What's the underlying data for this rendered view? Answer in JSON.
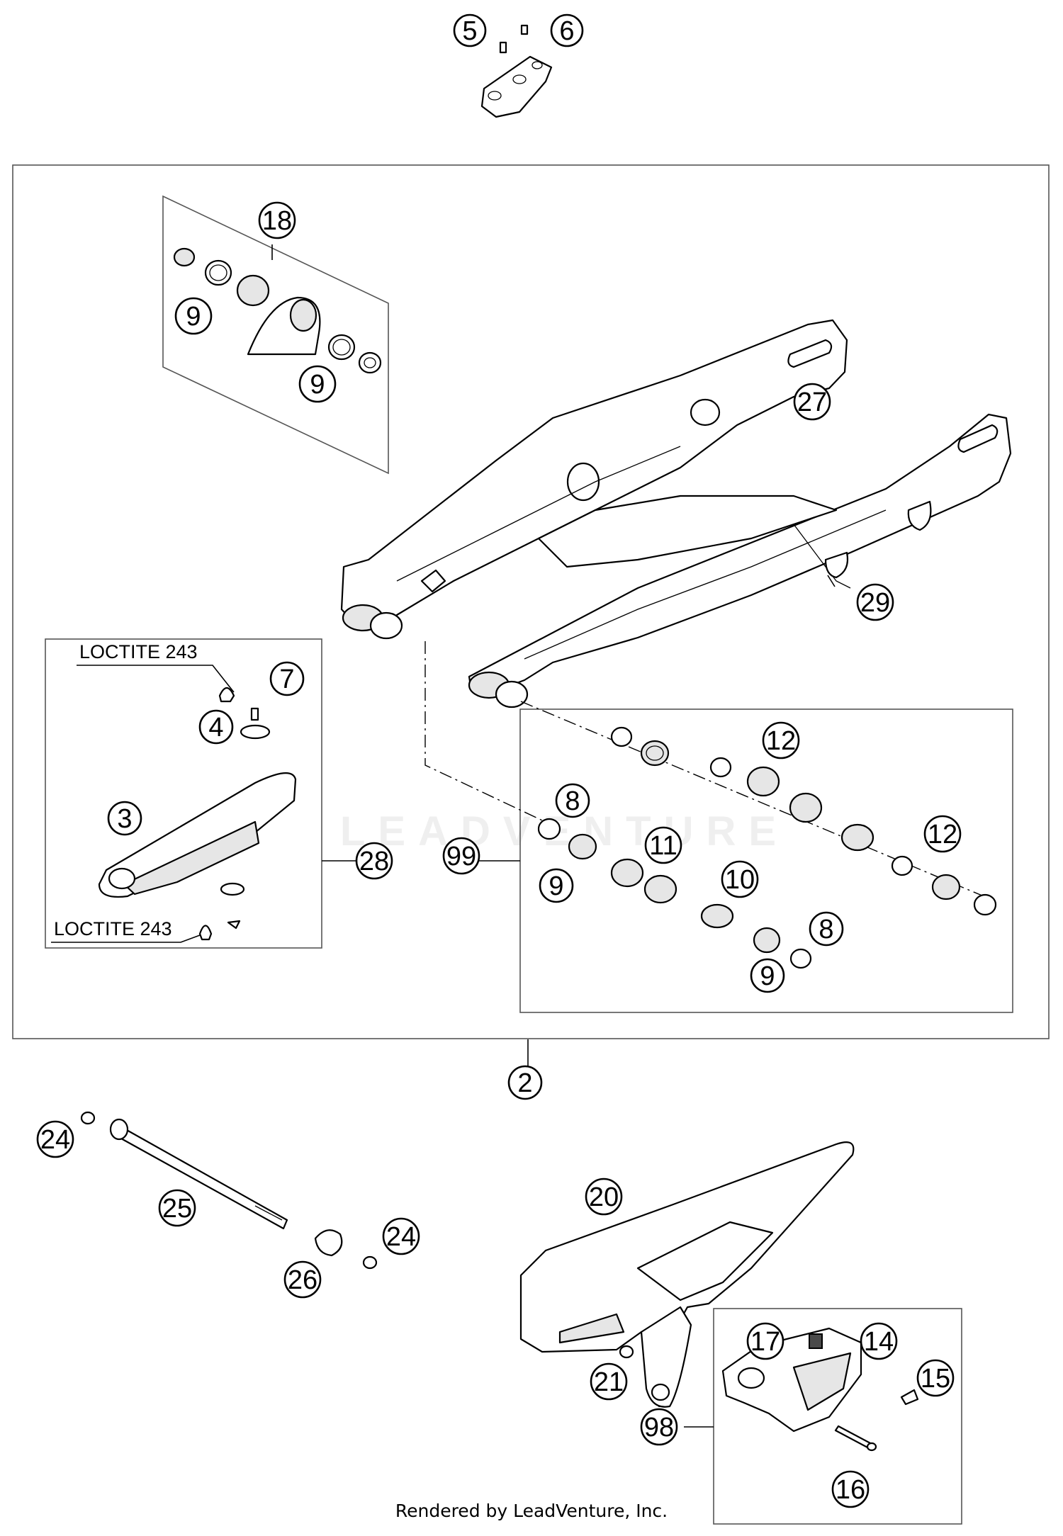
{
  "callouts": {
    "c5": "5",
    "c6": "6",
    "c18": "18",
    "c9a": "9",
    "c9b": "9",
    "c27": "27",
    "c29": "29",
    "c7": "7",
    "c4": "4",
    "c3": "3",
    "c28": "28",
    "c99": "99",
    "c8a": "8",
    "c9c": "9",
    "c11": "11",
    "c10": "10",
    "c12a": "12",
    "c12b": "12",
    "c8b": "8",
    "c9d": "9",
    "c2": "2",
    "c24a": "24",
    "c25": "25",
    "c24b": "24",
    "c26": "26",
    "c20": "20",
    "c21": "21",
    "c17": "17",
    "c14": "14",
    "c15": "15",
    "c98": "98",
    "c16": "16"
  },
  "notes": {
    "loctite_top": "LOCTITE 243",
    "loctite_bottom": "LOCTITE 243"
  },
  "watermark": "LEADVENTURE",
  "footer": "Rendered by LeadVenture, Inc."
}
